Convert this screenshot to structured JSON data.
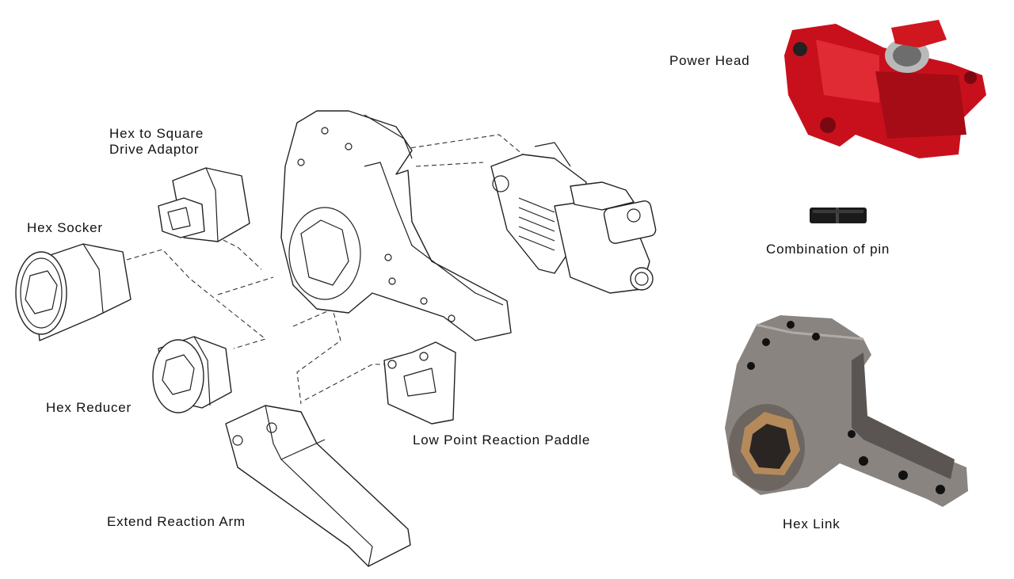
{
  "labels": {
    "power_head": "Power Head",
    "hex_to_square_line1": "Hex to Square",
    "hex_to_square_line2": "Drive Adaptor",
    "hex_socket": "Hex Socker",
    "combination_of_pin": "Combination of pin",
    "hex_reducer": "Hex Reducer",
    "low_point_paddle": "Low Point Reaction Paddle",
    "hex_link": "Hex Link",
    "extend_reaction_arm": "Extend Reaction Arm"
  },
  "colors": {
    "line": "#222222",
    "power_head_red": "#c8101c",
    "hex_link_gray": "#8a8480",
    "hex_link_bronze": "#b58a5a",
    "pin_black": "#1a1a1a"
  }
}
